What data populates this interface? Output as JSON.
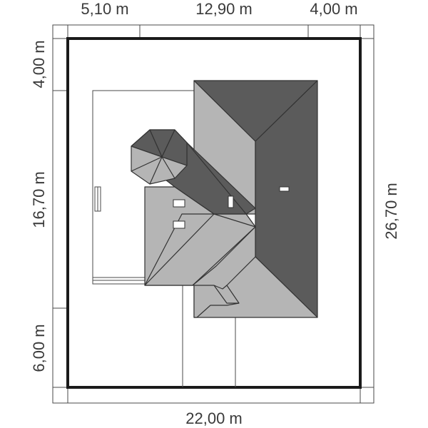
{
  "dimensions": {
    "top": [
      "5,10 m",
      "12,90 m",
      "4,00 m"
    ],
    "left": [
      "4,00 m",
      "16,70 m",
      "6,00 m"
    ],
    "right": "26,70 m",
    "bottom": "22,00 m"
  },
  "colors": {
    "roof_dark": "#5b5b5b",
    "roof_light": "#b5b5b5",
    "plot_border": "#1a1a1a"
  }
}
